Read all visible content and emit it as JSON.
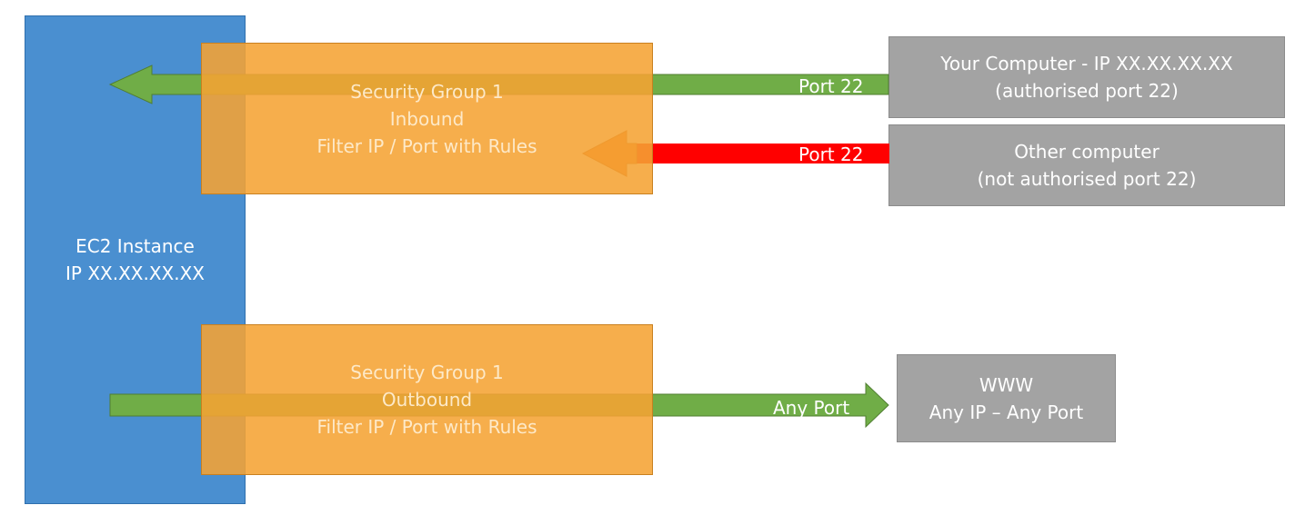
{
  "ec2": {
    "line1": "EC2 Instance",
    "line2": "IP XX.XX.XX.XX"
  },
  "inbound_group": {
    "line1": "Security Group 1",
    "line2": "Inbound",
    "line3": "Filter IP / Port with Rules"
  },
  "outbound_group": {
    "line1": "Security Group 1",
    "line2": "Outbound",
    "line3": "Filter IP / Port with Rules"
  },
  "your_computer": {
    "line1": "Your Computer - IP XX.XX.XX.XX",
    "line2": "(authorised port 22)"
  },
  "other_computer": {
    "line1": "Other computer",
    "line2": "(not authorised port 22)"
  },
  "www": {
    "line1": "WWW",
    "line2": "Any IP – Any Port"
  },
  "connections": [
    {
      "label": "Port 22",
      "status": "allowed",
      "color": "#70ad47"
    },
    {
      "label": "Port 22",
      "status": "blocked",
      "color": "#ff0000"
    },
    {
      "label": "Any Port",
      "status": "allowed",
      "color": "#70ad47"
    }
  ],
  "colors": {
    "ec2": "#4a8fd0",
    "security_group": "#f5a333",
    "computer": "#a3a3a3",
    "allowed": "#70ad47",
    "blocked": "#ff0000",
    "blocked_arrowhead": "#f07020"
  }
}
